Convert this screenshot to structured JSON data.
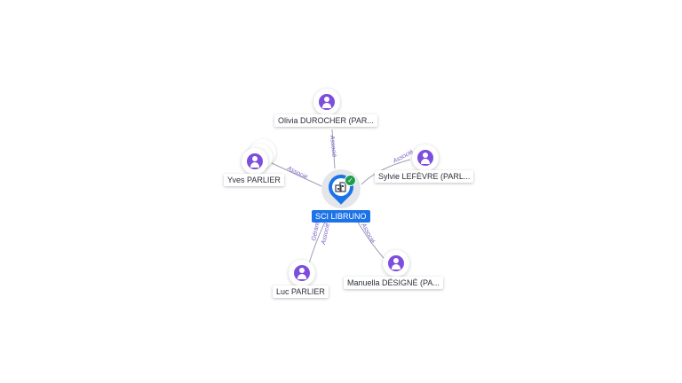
{
  "company": {
    "name": "SCI LIBRUNO",
    "icon": "building-icon",
    "verified_icon": "check-icon",
    "brand_color": "#1c73e8",
    "verified_color": "#1e9e4a"
  },
  "person_color": "#7c4dde",
  "persons": [
    {
      "id": "olivia",
      "name": "Olivia DUROCHER (PAR...",
      "relations": [
        "Associé"
      ]
    },
    {
      "id": "yves",
      "name": "Yves PARLIER",
      "relations": [
        "Associé"
      ]
    },
    {
      "id": "sylvie",
      "name": "Sylvie LEFÈVRE (PARL...",
      "relations": [
        "Associé"
      ]
    },
    {
      "id": "luc",
      "name": "Luc PARLIER",
      "relations": [
        "Gérant",
        "Associé"
      ]
    },
    {
      "id": "manuella",
      "name": "Manuella DÉSIGNÉ (PA...",
      "relations": [
        "Associé"
      ]
    }
  ]
}
